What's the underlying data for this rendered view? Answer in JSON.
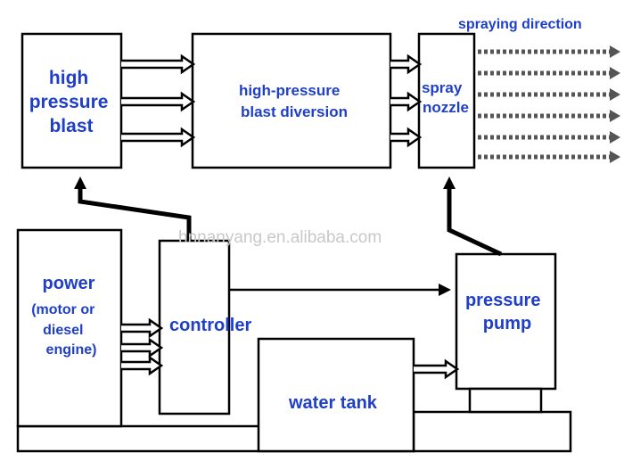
{
  "blocks": {
    "high_pressure_blast": {
      "line1": "high",
      "line2": "pressure",
      "line3": "blast"
    },
    "blast_diversion": {
      "line1": "high-pressure",
      "line2": "blast diversion"
    },
    "spray_nozzle": {
      "line1": "spray",
      "line2": "nozzle"
    },
    "spraying_direction": "spraying direction",
    "power": {
      "line1": "power",
      "line2": "(motor or",
      "line3": "diesel",
      "line4": "engine)"
    },
    "controller": "controller",
    "pressure_pump": {
      "line1": "pressure",
      "line2": "pump"
    },
    "water_tank": "water tank"
  },
  "watermark": "hnnanyang.en.alibaba.com",
  "colors": {
    "label": "#1f3fc8",
    "line": "#000000",
    "spray": "#555555"
  }
}
